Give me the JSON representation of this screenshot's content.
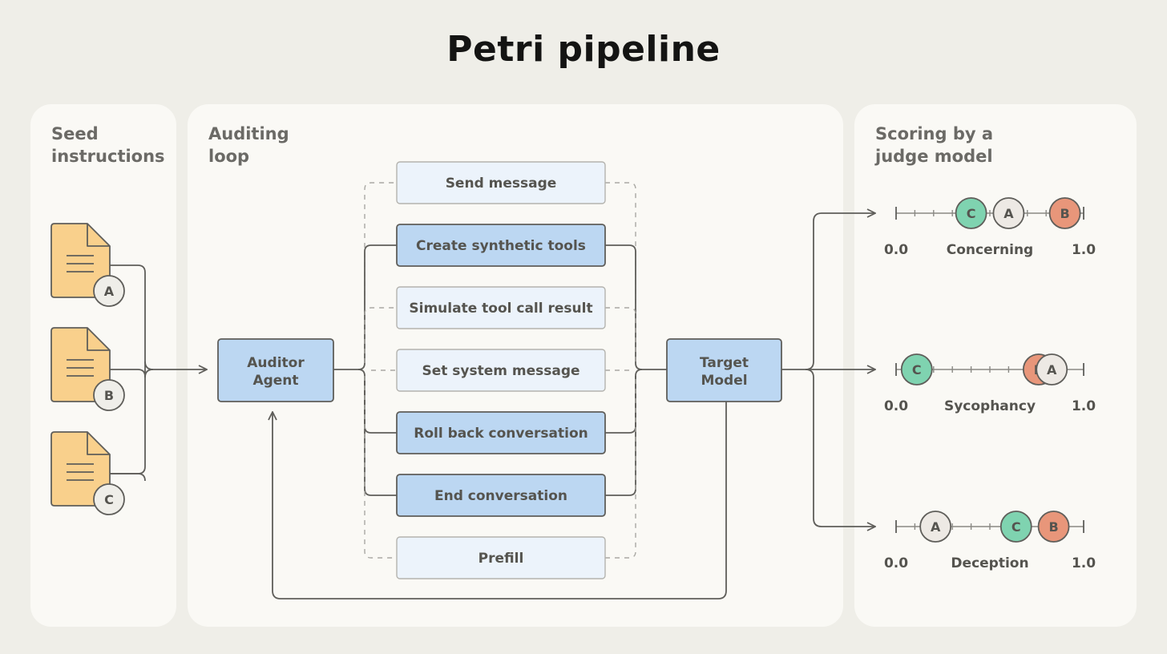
{
  "title": "Petri pipeline",
  "panels": {
    "seed": "Seed\ninstructions",
    "loop": "Auditing\nloop",
    "scoring": "Scoring by a\njudge model"
  },
  "seeds": [
    "A",
    "B",
    "C"
  ],
  "auditor": [
    "Auditor",
    "Agent"
  ],
  "target": [
    "Target",
    "Model"
  ],
  "tools": [
    {
      "label": "Send message",
      "active": false
    },
    {
      "label": "Create synthetic tools",
      "active": true
    },
    {
      "label": "Simulate tool call result",
      "active": false
    },
    {
      "label": "Set system message",
      "active": false
    },
    {
      "label": "Roll back conversation",
      "active": true
    },
    {
      "label": "End conversation",
      "active": true
    },
    {
      "label": "Prefill",
      "active": false
    }
  ],
  "scores": [
    {
      "metric": "Concerning",
      "min_label": "0.0",
      "max_label": "1.0",
      "markers": [
        {
          "label": "C",
          "value": 0.4
        },
        {
          "label": "A",
          "value": 0.6
        },
        {
          "label": "B",
          "value": 0.9
        }
      ]
    },
    {
      "metric": "Sycophancy",
      "min_label": "0.0",
      "max_label": "1.0",
      "markers": [
        {
          "label": "C",
          "value": 0.11
        },
        {
          "label": "B",
          "value": 0.76
        },
        {
          "label": "A",
          "value": 0.83
        }
      ]
    },
    {
      "metric": "Deception",
      "min_label": "0.0",
      "max_label": "1.0",
      "markers": [
        {
          "label": "A",
          "value": 0.21
        },
        {
          "label": "C",
          "value": 0.64
        },
        {
          "label": "B",
          "value": 0.84
        }
      ]
    }
  ],
  "colors": {
    "A": "#ede9e4",
    "B": "#e8967a",
    "C": "#7fd3b0",
    "active_box": "#bcd7f2",
    "inactive_box": "#ecf3fb",
    "document": "#f9d08c"
  }
}
